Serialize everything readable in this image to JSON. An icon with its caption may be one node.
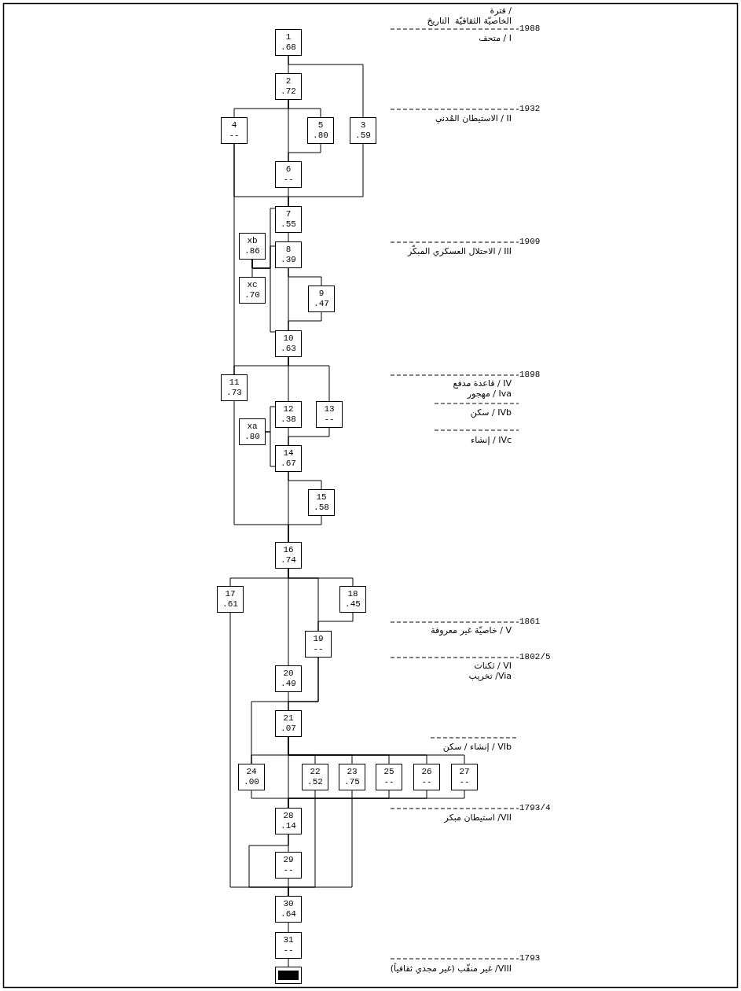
{
  "diagram": {
    "nodes": [
      {
        "text": [
          "1",
          ".68"
        ]
      },
      {
        "text": [
          "2",
          ".72"
        ]
      },
      {
        "text": [
          "4",
          "--"
        ]
      },
      {
        "text": [
          "5",
          ".80"
        ]
      },
      {
        "text": [
          "3",
          ".59"
        ]
      },
      {
        "text": [
          "6",
          "--"
        ]
      },
      {
        "text": [
          "7",
          ".55"
        ]
      },
      {
        "text": [
          "xb",
          ".86"
        ]
      },
      {
        "text": [
          "8",
          ".39"
        ]
      },
      {
        "text": [
          "xc",
          ".70"
        ]
      },
      {
        "text": [
          "9",
          ".47"
        ]
      },
      {
        "text": [
          "10",
          ".63"
        ]
      },
      {
        "text": [
          "11",
          ".73"
        ]
      },
      {
        "text": [
          "12",
          ".38"
        ]
      },
      {
        "text": [
          "13",
          "--"
        ]
      },
      {
        "text": [
          "xa",
          ".80"
        ]
      },
      {
        "text": [
          "14",
          ".67"
        ]
      },
      {
        "text": [
          "15",
          ".58"
        ]
      },
      {
        "text": [
          "16",
          ".74"
        ]
      },
      {
        "text": [
          "17",
          ".61"
        ]
      },
      {
        "text": [
          "18",
          ".45"
        ]
      },
      {
        "text": [
          "19",
          "--"
        ]
      },
      {
        "text": [
          "20",
          ".49"
        ]
      },
      {
        "text": [
          "21",
          ".07"
        ]
      },
      {
        "text": [
          "24",
          ".00"
        ]
      },
      {
        "text": [
          "22",
          ".52"
        ]
      },
      {
        "text": [
          "23",
          ".75"
        ]
      },
      {
        "text": [
          "25",
          "--"
        ]
      },
      {
        "text": [
          "26",
          "--"
        ]
      },
      {
        "text": [
          "27",
          "--"
        ]
      },
      {
        "text": [
          "28",
          ".14"
        ]
      },
      {
        "text": [
          "29",
          "--"
        ]
      },
      {
        "text": [
          "30",
          ".64"
        ]
      },
      {
        "text": [
          "31",
          "--"
        ]
      },
      {
        "text": [],
        "shape": "box"
      }
    ],
    "edges": [
      {
        "from": 0,
        "to": 1,
        "arrow": "none"
      },
      {
        "from": 0,
        "to": 4,
        "arrow": "none"
      },
      {
        "from": 1,
        "to": 2,
        "arrow": "none"
      },
      {
        "from": 1,
        "to": 3,
        "arrow": "none"
      },
      {
        "from": 1,
        "to": 5,
        "arrow": "none"
      },
      {
        "from": 3,
        "to": 5,
        "arrow": "none"
      },
      {
        "from": 2,
        "to": 12,
        "arrow": "none"
      },
      {
        "from": 2,
        "to": 6,
        "arrow": "none"
      },
      {
        "from": 5,
        "to": 6,
        "arrow": "none"
      },
      {
        "from": 4,
        "to": 6,
        "arrow": "none"
      },
      {
        "from": 6,
        "to": 8,
        "arrow": "none"
      },
      {
        "from": 8,
        "to": 10,
        "arrow": "none"
      },
      {
        "from": 8,
        "to": 11,
        "arrow": "none"
      },
      {
        "from": 10,
        "to": 11,
        "arrow": "none"
      },
      {
        "from": 7,
        "to": 9,
        "arrow": "none"
      },
      {
        "from": 7,
        "to": 6,
        "arrow": "none"
      },
      {
        "from": 7,
        "to": 8,
        "arrow": "none"
      },
      {
        "from": 7,
        "to": 11,
        "arrow": "none"
      },
      {
        "from": 11,
        "to": 12,
        "arrow": "none"
      },
      {
        "from": 11,
        "to": 13,
        "arrow": "none"
      },
      {
        "from": 11,
        "to": 14,
        "arrow": "none"
      },
      {
        "from": 13,
        "to": 16,
        "arrow": "none"
      },
      {
        "from": 14,
        "to": 16,
        "arrow": "none"
      },
      {
        "from": 15,
        "to": 13,
        "arrow": "none"
      },
      {
        "from": 15,
        "to": 16,
        "arrow": "none"
      },
      {
        "from": 16,
        "to": 17,
        "arrow": "none"
      },
      {
        "from": 16,
        "to": 18,
        "arrow": "none"
      },
      {
        "from": 17,
        "to": 18,
        "arrow": "none"
      },
      {
        "from": 12,
        "to": 18,
        "arrow": "none"
      },
      {
        "from": 18,
        "to": 19,
        "arrow": "none"
      },
      {
        "from": 18,
        "to": 20,
        "arrow": "none"
      },
      {
        "from": 18,
        "to": 21,
        "arrow": "none"
      },
      {
        "from": 20,
        "to": 21,
        "arrow": "none"
      },
      {
        "from": 18,
        "to": 22,
        "arrow": "none"
      },
      {
        "from": 19,
        "to": 32,
        "arrow": "none"
      },
      {
        "from": 21,
        "to": 23,
        "arrow": "none"
      },
      {
        "from": 22,
        "to": 23,
        "arrow": "none"
      },
      {
        "from": 21,
        "to": 24,
        "arrow": "none"
      },
      {
        "from": 23,
        "to": 24,
        "arrow": "none"
      },
      {
        "from": 23,
        "to": 25,
        "arrow": "none"
      },
      {
        "from": 23,
        "to": 26,
        "arrow": "none"
      },
      {
        "from": 23,
        "to": 27,
        "arrow": "none"
      },
      {
        "from": 23,
        "to": 28,
        "arrow": "none"
      },
      {
        "from": 23,
        "to": 29,
        "arrow": "none"
      },
      {
        "from": 23,
        "to": 30,
        "arrow": "none"
      },
      {
        "from": 24,
        "to": 30,
        "arrow": "none"
      },
      {
        "from": 27,
        "to": 30,
        "arrow": "none"
      },
      {
        "from": 28,
        "to": 30,
        "arrow": "none"
      },
      {
        "from": 29,
        "to": 30,
        "arrow": "none"
      },
      {
        "from": 25,
        "to": 32,
        "arrow": "none"
      },
      {
        "from": 26,
        "to": 32,
        "arrow": "none"
      },
      {
        "from": 30,
        "to": 31,
        "arrow": "none"
      },
      {
        "from": 30,
        "to": 32,
        "arrow": "none"
      },
      {
        "from": 31,
        "to": 32,
        "arrow": "none"
      },
      {
        "from": 32,
        "to": 33,
        "arrow": "none"
      },
      {
        "from": 33,
        "to": 34,
        "arrow": "none"
      }
    ],
    "labels": [
      "فترة /",
      "الخاصيّة الثقافيّة",
      "التاريخ",
      "1988",
      "I / متحف",
      "1932",
      "II / الاستيطان المُدني",
      "1909",
      "III / الاحتلال العسكري المبكّر",
      "1898",
      "IV / قاعدة مدفع",
      "Iva / مهجور",
      "IVb / سكن",
      "IVc / إنشاء",
      "1861",
      "V / خاصيّة غير معروفة",
      "1802/5",
      "VI / ثكنات",
      "Via/ تخريب",
      "VIb / إنشاء / سكن",
      "1793/4",
      "VII/ استيطان مبكر",
      "1793",
      "VIII/ غير منقّب (غير مجدي ثقافياً)"
    ]
  }
}
